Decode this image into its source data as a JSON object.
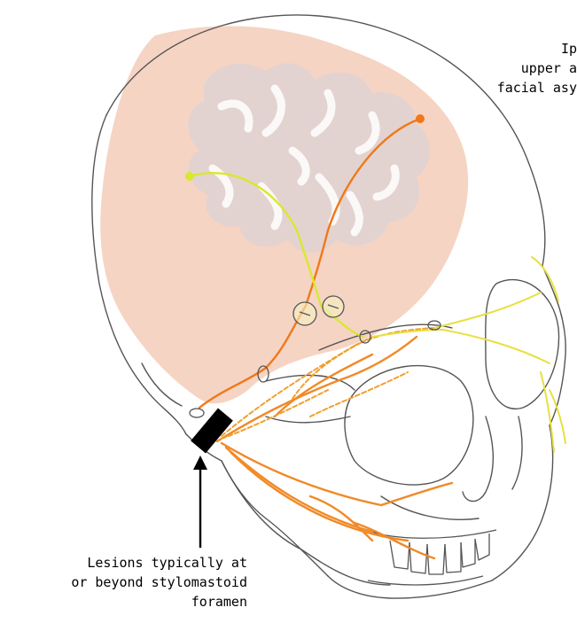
{
  "labels": {
    "top_right": [
      "Ip",
      "upper a",
      "facial asy"
    ],
    "lesion": [
      "Lesions typically at",
      "or beyond stylomastoid",
      "foramen"
    ]
  },
  "colors": {
    "skull_line": "#555555",
    "brain_fill": "#f2c6b0",
    "brain_gray": "#e6d6d2",
    "nerve_orange": "#f08a28",
    "nerve_yellow": "#e8e040",
    "nerve_dot_orange": "#f07818",
    "nerve_dot_yellow": "#d8e830",
    "lesion_bar": "#000000"
  }
}
